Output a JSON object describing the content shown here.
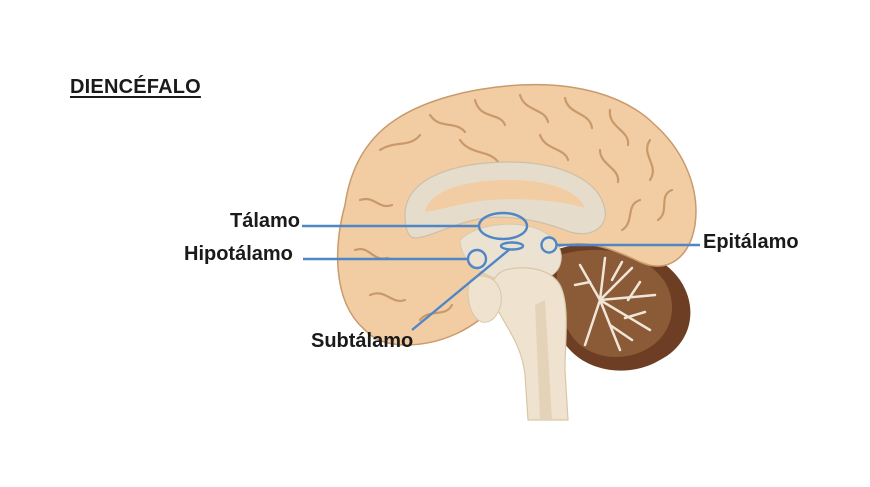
{
  "title": "DIENCÉFALO",
  "labels": {
    "talamo": "Tálamo",
    "hipotalamo": "Hipotálamo",
    "subtalamo": "Subtálamo",
    "epitalamo": "Epitálamo"
  },
  "colors": {
    "cortex": "#f2cda3",
    "cortex_outline": "#c99a6b",
    "sulci": "#c9996a",
    "inner": "#e6dccb",
    "brainstem": "#efe3d0",
    "cerebellum": "#8b5a36",
    "cerebellum_dark": "#6e3e24",
    "annotation": "#4f86c6"
  }
}
